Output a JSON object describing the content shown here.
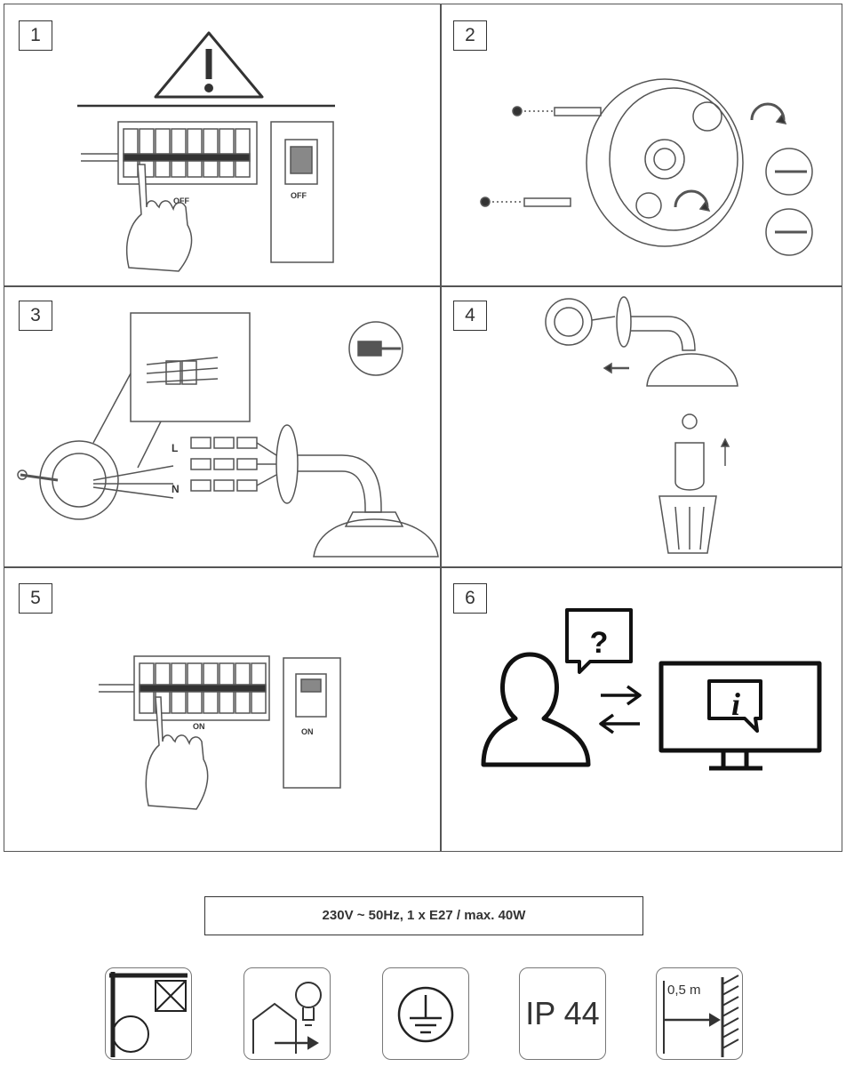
{
  "panels": [
    {
      "number": "1",
      "switch_label_left": "OFF",
      "switch_label_right": "OFF"
    },
    {
      "number": "2"
    },
    {
      "number": "3",
      "wire_label_live": "L",
      "wire_label_neutral": "N"
    },
    {
      "number": "4"
    },
    {
      "number": "5",
      "switch_label_left": "ON",
      "switch_label_right": "ON"
    },
    {
      "number": "6",
      "question_mark": "?",
      "info_mark": "i"
    }
  ],
  "spec": "230V ~ 50Hz, 1 x E27 / max. 40W",
  "symbols": [
    {
      "icon": "wall-mount-not-ceiling-icon"
    },
    {
      "icon": "indoor-outdoor-lamp-icon"
    },
    {
      "icon": "protective-earth-icon"
    },
    {
      "icon": "ip-rating-icon",
      "text": "IP 44"
    },
    {
      "icon": "minimum-distance-icon",
      "text": "0,5 m"
    }
  ],
  "colors": {
    "line": "#333333",
    "frame": "#555555",
    "background": "#ffffff"
  }
}
